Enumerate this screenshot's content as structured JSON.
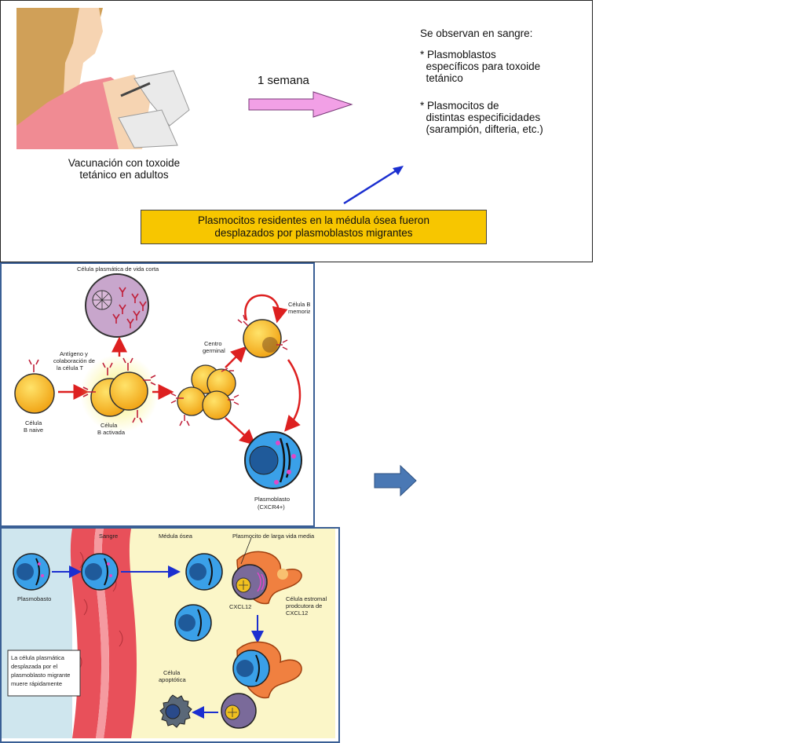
{
  "top": {
    "week_label": "1 semana",
    "vaccination_caption": [
      "Vacunación con toxoide",
      "tetánico en adultos"
    ],
    "blood_title": "Se observan en sangre:",
    "blood_item1": [
      "* Plasmoblastos",
      "  específicos para toxoide",
      "  tetánico"
    ],
    "blood_item2": [
      "* Plasmocitos de",
      "  distintas especificidades",
      "  (sarampión, difteria, etc.)"
    ],
    "highlight_box": [
      "Plasmocitos residentes en la médula ósea fueron",
      "desplazados por plasmoblastos migrantes"
    ]
  },
  "left_diagram": {
    "short_lived": "Célula plasmática de vida corta",
    "antigen": [
      "Antígeno y",
      "colaboración de",
      "la célula T"
    ],
    "naive": [
      "Célula",
      "B naive"
    ],
    "activated": [
      "Célula",
      "B activada"
    ],
    "germinal": [
      "Centro",
      "germinal"
    ],
    "memory": [
      "Célula B",
      "memoria"
    ],
    "plasmoblast": [
      "Plasmoblasto",
      "(CXCR4+)"
    ]
  },
  "right_diagram": {
    "blood": "Sangre",
    "marrow": "Médula ósea",
    "long_lived": "Plasmocito de larga vida media",
    "plasmoblast": "Plasmobasto",
    "stromal": [
      "Célula estromal",
      "prodcutora de",
      "CXCL12"
    ],
    "cxcl12": "CXCL12",
    "apoptotic": [
      "Célula",
      "apoptótica"
    ],
    "note": [
      "La célula plasmática",
      "desplazada por el",
      "plasmoblasto migrante",
      "muere rápidamente"
    ]
  },
  "colors": {
    "pink_arrow": "#f2a0e6",
    "blue_arrow": "#1b2fd0",
    "highlight": "#f7c600",
    "panel_border": "#3a5f95",
    "red_arrow": "#dd2020",
    "cell_orange": "#f5b020",
    "cell_blue": "#2a8fd8",
    "vessel": "#e8505a",
    "marrow_bg": "#fbf6c8"
  }
}
